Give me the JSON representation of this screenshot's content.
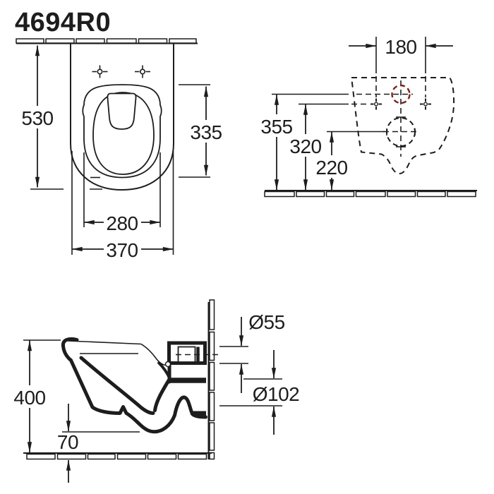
{
  "title": "4694R0",
  "colors": {
    "ink": "#1d1d1d",
    "supply_accent_red": "#7b241c",
    "background": "#ffffff"
  },
  "views": {
    "front_top": {
      "dim_depth_from_wall": "530",
      "dim_seat_opening_length": "335",
      "dim_inner_width": "280",
      "dim_outer_width": "370"
    },
    "rear": {
      "dim_fixing_hole_spacing": "180",
      "dim_water_supply_height": "355",
      "dim_fixing_hole_height": "320",
      "dim_outlet_height": "220"
    },
    "side": {
      "dim_rim_height": "400",
      "dim_bottom_clearance": "70",
      "dim_inlet_diameter": "Ø55",
      "dim_outlet_diameter": "Ø102"
    }
  }
}
